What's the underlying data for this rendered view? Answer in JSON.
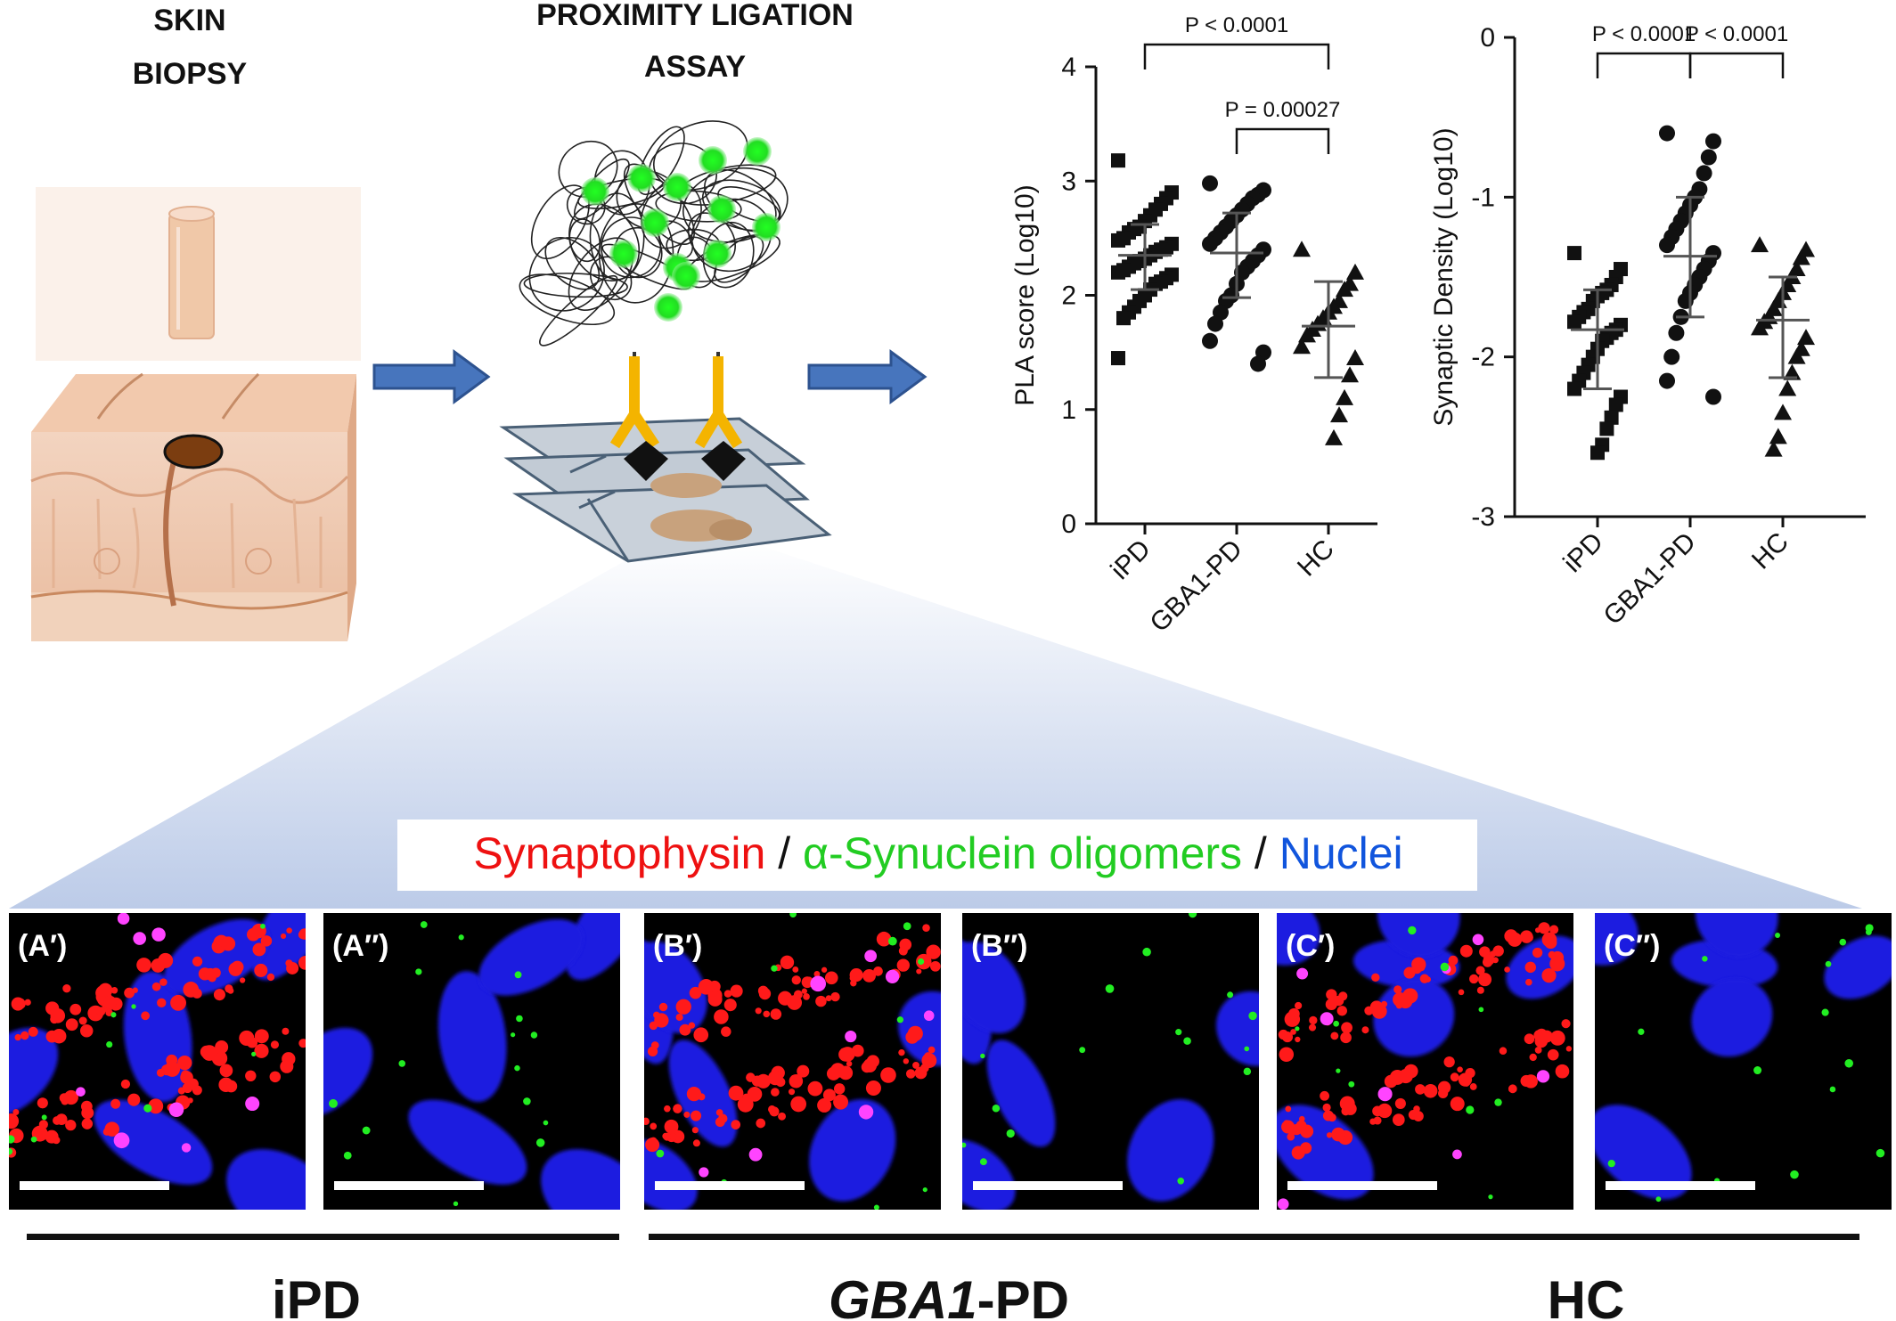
{
  "headers": {
    "skin_biopsy_line1": "SKIN",
    "skin_biopsy_line2": "BIOPSY",
    "pla_line1": "PROXIMITY LIGATION",
    "pla_line2": "ASSAY"
  },
  "legend": {
    "synaptophysin": "Synaptophysin",
    "sep1": " / ",
    "asyn": "α-Synuclein oligomers",
    "sep2": " / ",
    "nuclei": "Nuclei",
    "colors": {
      "synaptophysin": "#ee1111",
      "asyn": "#22cc22",
      "nuclei": "#1155dd"
    }
  },
  "panels": [
    {
      "label": "(A′)",
      "type": "merge",
      "group": "iPD"
    },
    {
      "label": "(A′′)",
      "type": "green",
      "group": "iPD"
    },
    {
      "label": "(B′)",
      "type": "merge",
      "group": "GBA1-PD"
    },
    {
      "label": "(B′′)",
      "type": "green",
      "group": "GBA1-PD"
    },
    {
      "label": "(C′)",
      "type": "merge",
      "group": "HC"
    },
    {
      "label": "(C′′)",
      "type": "green",
      "group": "HC"
    }
  ],
  "groups": {
    "ipd": "iPD",
    "gba1_italic": "GBA1",
    "gba1_rest": "-PD",
    "hc": "HC"
  },
  "chart_data": [
    {
      "type": "scatter",
      "ylabel": "PLA score (Log10)",
      "categories": [
        "iPD",
        "GBA1-PD",
        "HC"
      ],
      "ylim": [
        0,
        4
      ],
      "yticks": [
        "0",
        "1",
        "2",
        "3",
        "4"
      ],
      "markers": [
        "square",
        "circle",
        "triangle"
      ],
      "series": [
        {
          "category": "iPD",
          "mean": 2.35,
          "sd_low": 2.05,
          "sd_high": 2.62,
          "values": [
            3.18,
            2.9,
            2.85,
            2.8,
            2.75,
            2.7,
            2.65,
            2.6,
            2.58,
            2.55,
            2.5,
            2.48,
            2.45,
            2.42,
            2.4,
            2.38,
            2.35,
            2.32,
            2.3,
            2.28,
            2.25,
            2.22,
            2.2,
            2.18,
            2.15,
            2.12,
            2.1,
            2.05,
            2.0,
            1.95,
            1.9,
            1.85,
            1.8,
            1.45
          ]
        },
        {
          "category": "GBA1-PD",
          "mean": 2.37,
          "sd_low": 1.98,
          "sd_high": 2.72,
          "values": [
            2.98,
            2.92,
            2.88,
            2.85,
            2.8,
            2.75,
            2.7,
            2.65,
            2.6,
            2.55,
            2.5,
            2.45,
            2.4,
            2.35,
            2.3,
            2.25,
            2.2,
            2.1,
            2.0,
            1.95,
            1.85,
            1.75,
            1.6,
            1.5,
            1.4
          ]
        },
        {
          "category": "HC",
          "mean": 1.73,
          "sd_low": 1.28,
          "sd_high": 2.12,
          "values": [
            2.4,
            2.2,
            2.1,
            2.05,
            1.95,
            1.9,
            1.85,
            1.8,
            1.75,
            1.7,
            1.65,
            1.55,
            1.45,
            1.3,
            1.1,
            0.95,
            0.75
          ]
        }
      ],
      "comparisons": [
        {
          "from": "iPD",
          "to": "HC",
          "label": "P < 0.0001"
        },
        {
          "from": "GBA1-PD",
          "to": "HC",
          "label": "P = 0.00027"
        }
      ]
    },
    {
      "type": "scatter",
      "ylabel": "Synaptic Density (Log10)",
      "categories": [
        "iPD",
        "GBA1-PD",
        "HC"
      ],
      "ylim": [
        -3,
        0
      ],
      "yticks": [
        "-3",
        "-2",
        "-1",
        "0"
      ],
      "markers": [
        "square",
        "circle",
        "triangle"
      ],
      "series": [
        {
          "category": "iPD",
          "mean": -1.83,
          "sd_low": -2.2,
          "sd_high": -1.58,
          "values": [
            -1.35,
            -1.45,
            -1.5,
            -1.55,
            -1.58,
            -1.6,
            -1.62,
            -1.65,
            -1.7,
            -1.72,
            -1.75,
            -1.78,
            -1.8,
            -1.83,
            -1.85,
            -1.88,
            -1.9,
            -1.95,
            -2.0,
            -2.05,
            -2.1,
            -2.15,
            -2.2,
            -2.25,
            -2.3,
            -2.38,
            -2.45,
            -2.55,
            -2.6
          ]
        },
        {
          "category": "GBA1-PD",
          "mean": -1.37,
          "sd_low": -1.75,
          "sd_high": -1.0,
          "values": [
            -0.6,
            -0.65,
            -0.75,
            -0.85,
            -0.95,
            -1.0,
            -1.05,
            -1.1,
            -1.15,
            -1.2,
            -1.25,
            -1.3,
            -1.35,
            -1.4,
            -1.45,
            -1.5,
            -1.55,
            -1.6,
            -1.65,
            -1.75,
            -1.85,
            -2.0,
            -2.15,
            -2.25
          ]
        },
        {
          "category": "HC",
          "mean": -1.77,
          "sd_low": -2.13,
          "sd_high": -1.5,
          "values": [
            -1.3,
            -1.33,
            -1.38,
            -1.45,
            -1.5,
            -1.55,
            -1.6,
            -1.65,
            -1.7,
            -1.75,
            -1.78,
            -1.82,
            -1.88,
            -1.95,
            -2.0,
            -2.1,
            -2.2,
            -2.35,
            -2.5,
            -2.58
          ]
        }
      ],
      "comparisons": [
        {
          "from": "iPD",
          "to": "GBA1-PD",
          "label": "P < 0.0001"
        },
        {
          "from": "GBA1-PD",
          "to": "HC",
          "label": "P < 0.0001"
        }
      ]
    }
  ]
}
